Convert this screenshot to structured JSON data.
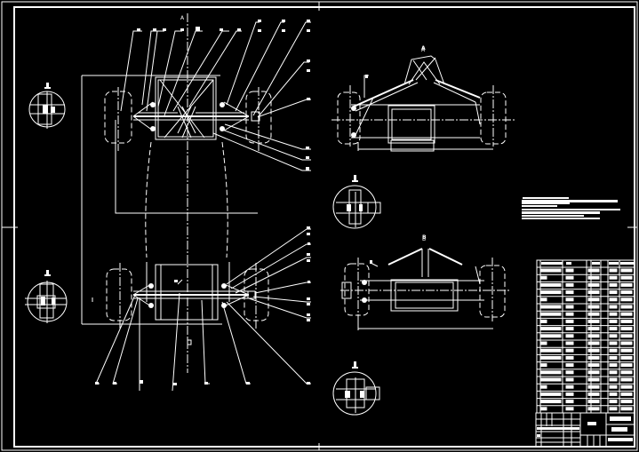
{
  "drawing": {
    "type": "CAD engineering drawing",
    "subject": "Go-kart / vehicle chassis suspension assembly",
    "background_color": "#000000",
    "line_color": "#ffffff",
    "frame": {
      "outer": [
        2,
        2,
        717,
        507
      ],
      "inner": [
        15,
        8,
        714,
        503
      ]
    }
  },
  "views": {
    "plan_view": {
      "label": "",
      "section_marker_top": "A"
    },
    "front_view": {
      "label": "A"
    },
    "rear_view": {
      "label": "B"
    },
    "detail_views": [
      {
        "name": "detail-upper-left",
        "label": ""
      },
      {
        "name": "detail-lower-left",
        "label": ""
      },
      {
        "name": "detail-mid-right",
        "label": ""
      },
      {
        "name": "detail-lower-right",
        "label": ""
      }
    ]
  },
  "technical_notes": {
    "lines": [
      "",
      "",
      "",
      "",
      "",
      "",
      "",
      ""
    ]
  },
  "parts_list": {
    "row_count": 20,
    "columns": 6
  },
  "title_block": {
    "drawing_name": "",
    "material": "",
    "drawing_number": "",
    "scale_row": ""
  }
}
